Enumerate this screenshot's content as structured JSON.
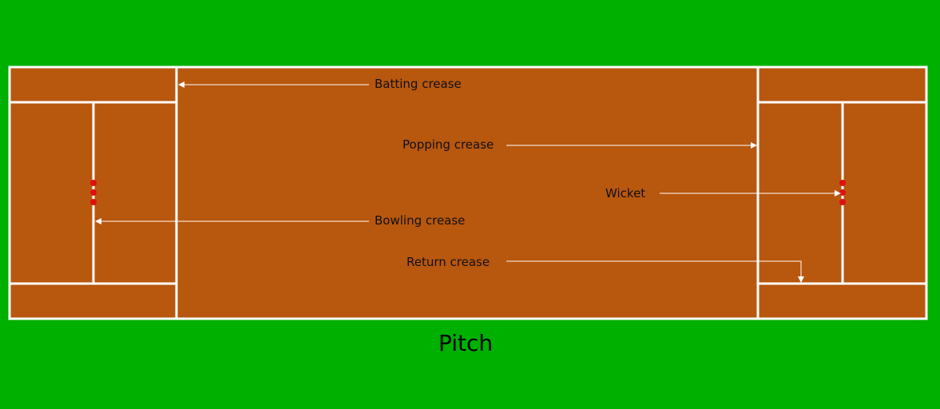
{
  "colors": {
    "grass": "#00b000",
    "pitch": "#b8570e",
    "lines": "#ffffff",
    "wicket": "#e01010",
    "text": "#111111"
  },
  "labels": {
    "batting_crease": "Batting crease",
    "popping_crease": "Popping crease",
    "wicket": "Wicket",
    "bowling_crease": "Bowling crease",
    "return_crease": "Return crease"
  },
  "caption": "Pitch"
}
